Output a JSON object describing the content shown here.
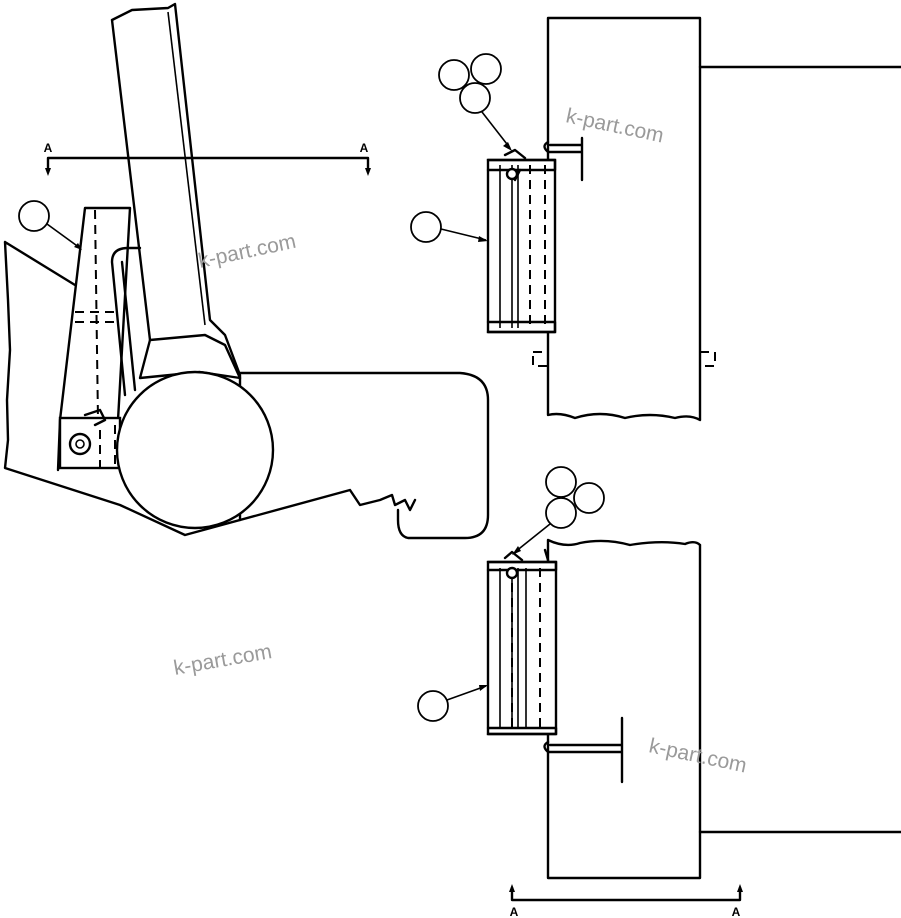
{
  "section_labels": {
    "top_left": "A",
    "top_right": "A",
    "bottom_left": "A",
    "bottom_right": "A"
  },
  "watermark": "k-part.com"
}
